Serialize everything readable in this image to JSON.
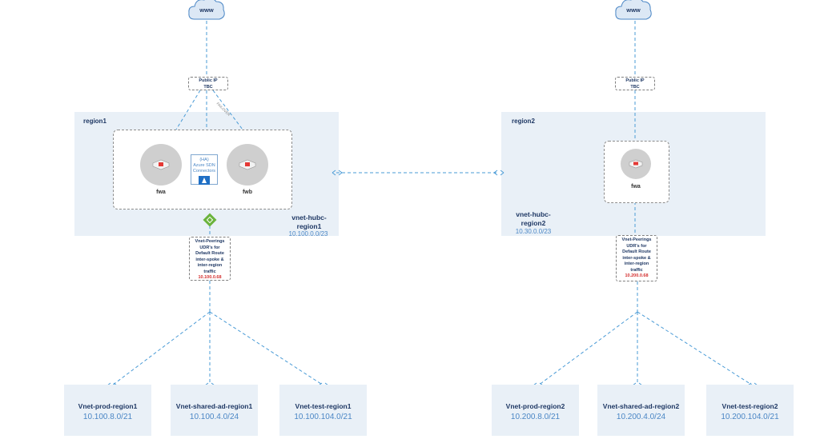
{
  "internet": {
    "left_label": "www",
    "right_label": "www"
  },
  "public_ip": {
    "left": {
      "line1": "Public IP",
      "line2": "TBC"
    },
    "right": {
      "line1": "Public IP",
      "line2": "TBC"
    }
  },
  "failover_label": "FAILOVER",
  "region1": {
    "label": "region1",
    "hub_name_line1": "vnet-hubc-",
    "hub_name_line2": "region1",
    "hub_cidr": "10.100.0.0/23",
    "firewalls": [
      "fwa",
      "fwb"
    ],
    "sdn_connector": {
      "line1": "(HA)",
      "line2": "Azure SDN",
      "line3": "Connectors"
    },
    "peering_note": {
      "line1": "Vnet-Peerings",
      "line2": "UDR's for",
      "line3": "Default Route",
      "line4": "inter-spoke &",
      "line5": "inter-region",
      "line6": "traffic",
      "ip": "10.100.0.68"
    }
  },
  "region2": {
    "label": "region2",
    "hub_name_line1": "vnet-hubc-",
    "hub_name_line2": "region2",
    "hub_cidr": "10.30.0.0/23",
    "firewalls": [
      "fwa"
    ],
    "peering_note": {
      "line1": "Vnet-Peerings",
      "line2": "UDR's for",
      "line3": "Default Route",
      "line4": "inter-spoke &",
      "line5": "inter-region",
      "line6": "traffic",
      "ip": "10.200.0.68"
    }
  },
  "spokes": [
    {
      "name": "Vnet-prod-region1",
      "cidr": "10.100.8.0/21"
    },
    {
      "name": "Vnet-shared-ad-region1",
      "cidr": "10.100.4.0/24"
    },
    {
      "name": "Vnet-test-region1",
      "cidr": "10.100.104.0/21"
    },
    {
      "name": "Vnet-prod-region2",
      "cidr": "10.200.8.0/21"
    },
    {
      "name": "Vnet-shared-ad-region2",
      "cidr": "10.200.4.0/24"
    },
    {
      "name": "Vnet-test-region2",
      "cidr": "10.200.104.0/21"
    }
  ],
  "colors": {
    "line": "#4a9bd6",
    "region_bg": "#e9f0f7",
    "peering_gateway": "#6bb33c",
    "accent_red": "#d32f2f"
  }
}
